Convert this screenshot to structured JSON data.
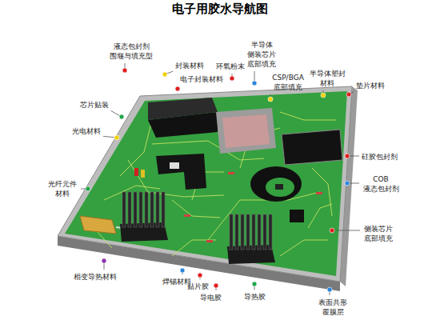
{
  "diagram": {
    "title": "电子用胶水导航图",
    "labels": [
      "液态包封剂 围堰与填充型",
      "封装材料",
      "电子封装材料",
      "环氧粉末",
      "半导体 侧装芯片 底部填充",
      "CSP/BGA 底部填充",
      "半导体塑封 材料",
      "垫片材料",
      "芯片贴装",
      "光电材料",
      "硅胶包封剂",
      "COB 液态包封剂",
      "光纤元件 材料",
      "侧装芯片 底部填充",
      "相变导热材料",
      "焊锡材料",
      "贴片胶",
      "导电胶",
      "导热胶",
      "表面共形 覆膜层"
    ]
  }
}
